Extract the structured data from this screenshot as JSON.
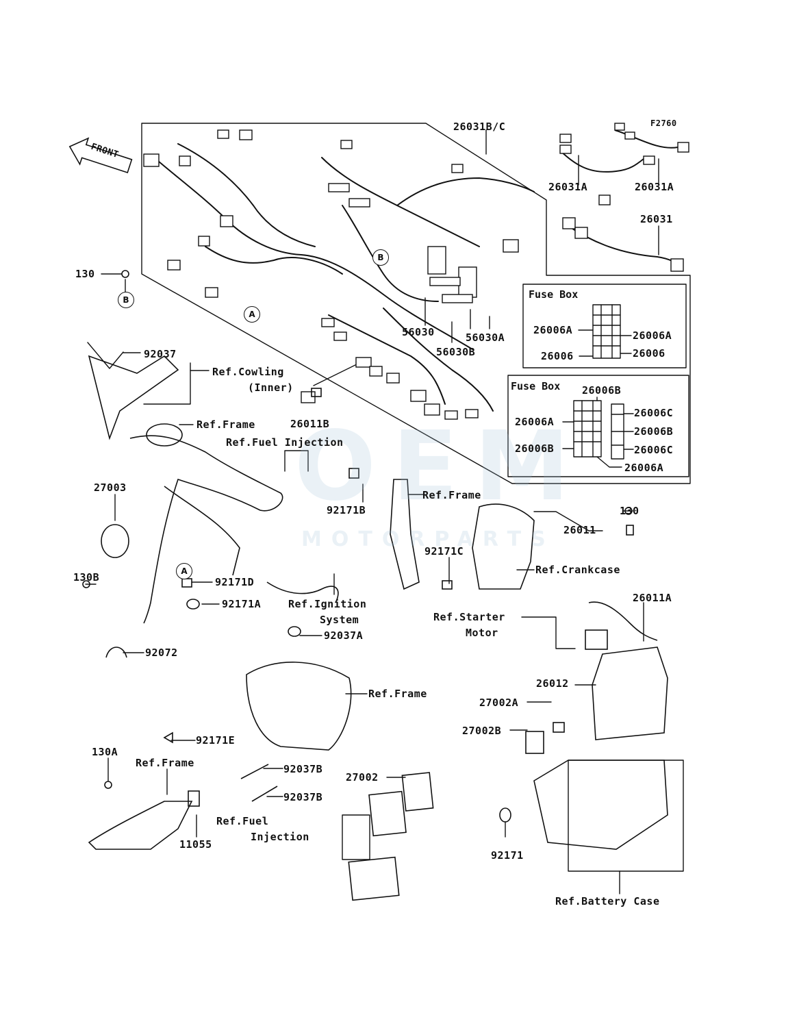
{
  "figure_code": "F2760",
  "front_label": "FRONT",
  "watermark": {
    "top": "OEM",
    "bottom": "MOTORPARTS"
  },
  "fuse_box_1": {
    "title": "Fuse Box"
  },
  "fuse_box_2": {
    "title": "Fuse Box"
  },
  "callouts": {
    "c26031BC": "26031B/C",
    "c26031A_1": "26031A",
    "c26031A_2": "26031A",
    "c26031": "26031",
    "c130_top": "130",
    "c56030": "56030",
    "c56030A": "56030A",
    "c56030B": "56030B",
    "c26006A_1": "26006A",
    "c26006A_2": "26006A",
    "c26006_1": "26006",
    "c26006_2": "26006",
    "c26006B_top": "26006B",
    "c26006A_3": "26006A",
    "c26006C_1": "26006C",
    "c26006B_r": "26006B",
    "c26006B_l": "26006B",
    "c26006C_2": "26006C",
    "c26006A_4": "26006A",
    "c92037": "92037",
    "c26011B": "26011B",
    "c27003": "27003",
    "c130B": "130B",
    "c92171B": "92171B",
    "c92171C": "92171C",
    "c92171D": "92171D",
    "c92171A": "92171A",
    "c130_right": "130",
    "c26011": "26011",
    "c26011A": "26011A",
    "c92037A": "92037A",
    "c92072": "92072",
    "c26012": "26012",
    "c27002A": "27002A",
    "c27002B": "27002B",
    "c92171E": "92171E",
    "c130A": "130A",
    "c92037B_1": "92037B",
    "c92037B_2": "92037B",
    "c27002": "27002",
    "c11055": "11055",
    "c92171": "92171"
  },
  "refs": {
    "cowling_1": "Ref.Cowling",
    "cowling_2": "(Inner)",
    "frame_1": "Ref.Frame",
    "fuel_inj_1": "Ref.Fuel Injection",
    "frame_2": "Ref.Frame",
    "crankcase": "Ref.Crankcase",
    "ignition_1": "Ref.Ignition",
    "ignition_2": "System",
    "starter_1": "Ref.Starter",
    "starter_2": "Motor",
    "frame_3": "Ref.Frame",
    "frame_4": "Ref.Frame",
    "fuel_inj_2a": "Ref.Fuel",
    "fuel_inj_2b": "Injection",
    "battery_case": "Ref.Battery Case"
  },
  "circle_tags": {
    "a1": "A",
    "a2": "A",
    "b1": "B",
    "b2": "B"
  },
  "colors": {
    "ink": "#111111",
    "watermark": "#a0bed7",
    "background": "#ffffff"
  }
}
